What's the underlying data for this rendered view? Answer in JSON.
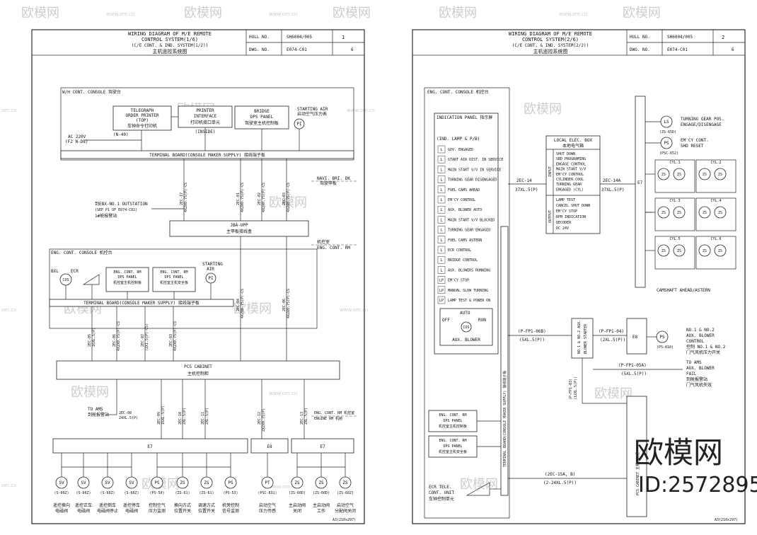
{
  "watermark": {
    "brand": "欧模网",
    "site": "www.om.cn",
    "site_short": "om.cn",
    "big_brand": "欧模网",
    "big_id": "ID:2572895"
  },
  "sheet1": {
    "title1": "WIRING DIAGRAM OF M/E REMOTE",
    "title2": "CONTROL SYSTEM(1/6)",
    "title3": "(C/E CONT. & IND. SYSTEM(1/2))",
    "title4": "主机遥控系统图",
    "hull_label": "HULL NO.",
    "hull_value": "SH6004/005",
    "dwg_label": "DWG. NO.",
    "dwg_value": "E074-C01",
    "page": "1",
    "pages": "6",
    "wh_console": "W/H CONT. CONSOLE 驾驶台",
    "telegraph_l1": "TELEGRAPH",
    "telegraph_l2": "ORDER PRINTER",
    "telegraph_l3": "(TOP)",
    "telegraph_l4": "车钟命令打印机",
    "printer_l1": "PRINTER",
    "printer_l2": "INTERFACE",
    "printer_l3": "打印机接口单元",
    "printer_l4": "(INSIDE)",
    "bridge_l1": "BRIDGE",
    "bridge_l2": "DPS PANEL",
    "bridge_l3": "驾驶室主机控制板",
    "starting_air_l1": "STARTING AIR",
    "starting_air_l2": "启动空气压力表",
    "pi": "PI",
    "ac": "AC 220V",
    "ac2": "(F2 N-D8)",
    "n40": "(N-40)",
    "terminal_wh": "TERMINAL BOARD(CONSOLE MAKER SUPPLY)  接线端子板",
    "navi_l1": "NAVI. BRI. DK",
    "navi_l2": "驾驶甲板",
    "outstation_l1": "到EBX-NO.1 OUTSTATION",
    "outstation_l2": "(SEP P1 OF E074-C02)",
    "outstation_l3": "1#舱报警站",
    "jba_l1": "JBA-UPP",
    "jba_l2": "主甲板接线盒",
    "ecr_l1": "机控室",
    "ecr_l2": "ENG. CONT. RM",
    "eng_console": "ENG. CONT. CONSOLE  机控台",
    "bxl": "BXL",
    "ecr": "ECR",
    "cos": "COS",
    "dps1_l1": "ENG. CONT. RM",
    "dps1_l2": "DPS PANEL",
    "dps1_l3": "机控室主机控制板",
    "dps2_l1": "ENG. CONT. RM",
    "dps2_l2": "DPS PANEL",
    "dps2_l3": "机控室主机安全板",
    "starting_air2_l1": "STARTING",
    "starting_air2_l2": "AIR",
    "terminal_ecr": "TERMINAL BOARD(CONSOLE MAKER SUPPLY)  接线端子板",
    "pcs_l1": "PCS CABINET",
    "pcs_l2": "主机控制柜",
    "to_ams_l1": "TO AMS",
    "to_ams_l2": "到舱报警站",
    "engine_rm_l1": "ENG. CONT. RM 机控室",
    "engine_rm_l2": "ENGINE RM  机舱",
    "e7a": "E7",
    "e8": "E8",
    "e7b": "E7",
    "cables": [
      "2EC-17",
      "2EC-01",
      "2EC-02",
      "2EC-03",
      "2EC-05",
      "2EC-06",
      "2EC-07",
      "2EC-03",
      "2EC-04",
      "2EC-06",
      "2EC-08",
      "2EC-09",
      "2EC-10",
      "2EC-11",
      "2EC-12",
      "2EC-13"
    ],
    "cable_specs": [
      "4X2X0.75(P)-CS",
      "4X2X0.75(P)-CS",
      "4X2X0.75(P)-CS",
      "4X2X0.75(P)-CS",
      "16XL.5(P)",
      "4X2X0.75(P)-CS",
      "(2X1.5(P)-CS)",
      "4X2X0.75(P)-CS",
      "4X2X0.75(P)-CS",
      "4X2X0.75(P)-CS",
      "24XL.5(P)",
      "16XL.5(P)",
      "2XL.5(P)",
      "2XL.5(P)",
      "2X2X0.75(P)",
      "2XL.5(P)"
    ],
    "bottom_devices": [
      "SV",
      "SV",
      "SV",
      "SV",
      "PS",
      "ZS",
      "ZS",
      "PS",
      "PT",
      "ZS",
      "ZS",
      "ZS"
    ],
    "bottom_tags": [
      "(S-60Z)",
      "(S-60Z)",
      "(S-60Z)",
      "(S-60Z)",
      "(PS-50)",
      "(ZS-61)",
      "(ZS-61)",
      "(PS-53)",
      "(PSC-831)",
      "(ZS-60D)",
      "(ZS-60D)",
      "(ZS-60Z)"
    ],
    "bottom_labels": [
      [
        "遥控换向",
        "电磁阀"
      ],
      [
        "遥控正车",
        "电磁阀"
      ],
      [
        "遥控倒车",
        "电磁阀停止"
      ],
      [
        "遥控停车",
        "电磁阀"
      ],
      [
        "控制空气",
        "压力监测"
      ],
      [
        "换向方式",
        "位置开关"
      ],
      [
        "调速方式",
        "位置开关"
      ],
      [
        "机旁控制",
        "信号监测"
      ],
      [
        "启动空气",
        "压力传感"
      ],
      [
        "主启动阀",
        "关闭"
      ],
      [
        "主启动阀",
        "工作"
      ],
      [
        "启动空气",
        "分配阀关闭"
      ]
    ],
    "footer": "A3(210x297)"
  },
  "sheet2": {
    "title1": "WIRING DIAGRAM OF M/E REMOTE",
    "title2": "CONTROL SYSTEM(2/6)",
    "title3": "(C/E CONT. & IND. SYSTEM(2/2))",
    "title4": "主机遥控系统图",
    "hull_label": "HULL NO.",
    "hull_value": "SH6004/005",
    "dwg_label": "DWG. NO.",
    "dwg_value": "E074-C01",
    "page": "2",
    "pages": "6",
    "eng_console": "ENG. CONT. CONSOLE  机控台",
    "indication_panel": "INDICATION PANEL  指示屏",
    "ind_lamp": "(IND. LAMP & P/B)",
    "lamp_items": [
      "GOV. ENGAGED",
      "START AIR DIST. IN SERVICE",
      "MAIN START V/V IN SERVICE",
      "TURNING GEAR DISENGAGED",
      "FUEL CAMS AHEAD",
      "EM'CY CONTROL",
      "AUX. BLOWER AUTO",
      "MAIN START V/V BLOCKED",
      "TURNING GEAR ENGAGED",
      "FUEL CAMS ASTERN",
      "ECR CONTROL",
      "BRIDGE CONTROL",
      "AUX. BLOWERS RUNNING",
      "EM'CY STOP",
      "MANUAL SLOW TURNING",
      "LAMP TEST & POWER ON"
    ],
    "lamp_codes": [
      "L",
      "L",
      "L",
      "L",
      "L",
      "L",
      "L",
      "L",
      "L",
      "L",
      "L",
      "L",
      "L",
      "LP",
      "LP",
      "LP"
    ],
    "auto": "AUTO",
    "off": "OFF",
    "run": "RUN",
    "cos": "COS",
    "aux_blower": "AUX. BLOWER",
    "terminal_vertical": "TERMINAL BOARD(CONSOLE MAKER SUPPLY)  接线端子板",
    "local_box_l1": "LOCAL ELEC. BOX",
    "local_box_l2": "本地电气箱",
    "input": "INPUT",
    "output": "OUTPUT",
    "local_items_in": [
      "SHUT DOWN",
      "SBD PROGRAMING",
      "ENGAGE CONTROL",
      "MAIN START V/V",
      "EM'CY CONTROL",
      "CYLINDER COOL",
      "TURNING GEAR",
      "ENGAGED (CYL)"
    ],
    "local_items_out": [
      "LAMP TEST",
      "CANCEL SHUT DOWN",
      "EM'CY STOP",
      "RPM INDICATION",
      "DECODER",
      "DC 24V"
    ],
    "cable_left": "2EC-14",
    "cable_left_spec": "37XL.5(P)",
    "cable_right": "2EC-14A",
    "cable_right_spec": "37XL.5(P)",
    "e7": "E7",
    "e8": "E8",
    "ls": "LS",
    "ls_tag": "(ZS-65D)",
    "ps": "PS",
    "ps_tag": "(PSC-652)",
    "turning_l1": "TURNING GEAR POS.",
    "turning_l2": "ENGAGE/DISENGAGE",
    "emcy_l1": "EM'CY CONT.",
    "emcy_l2": "SHD RESET",
    "cyl_labels": [
      "CYL.1",
      "CYL.2",
      "CYL.3",
      "CYL.4",
      "CYL.5",
      "CYL.6"
    ],
    "zs": "ZS",
    "camshaft": "CAMSHAFT AHEAD/ASTERN",
    "fp1_06b": "(P-FP1-06B)",
    "fp1_06b_spec": "(5XL.5(P))",
    "fp1_04": "(P-FP1-04)",
    "fp1_04_spec": "(2XL.5(P))",
    "fp1_05a": "(P-FP1-05A)",
    "fp1_05a_spec": "(5XL.5(P))",
    "fp1_03": "(P-FP1-03)",
    "fp1_03_spec": "(12XL.5(P))",
    "starter_l1": "NO.1 & NO.2 AUX.",
    "starter_l2": "BLOWER STARTER",
    "ps_small": "PS",
    "ps_small_tag": "(PS-810)",
    "blower_l1": "NO.1 & NO.2",
    "blower_l2": "AUX. BLOWER",
    "blower_l3": "CONTROL",
    "blower_l4": "控制 NO.1 & NO.2",
    "blower_l5": "门气风机压力开关",
    "to_ams_l1": "TO AMS",
    "to_ams_l2": "AUX. BLOWER",
    "to_ams_l3": "FAIL",
    "to_ams_l4": "到舱报警站",
    "to_ams_l5": "门气风机失效",
    "pcs_vertical": "PCS CABINET  主机控制柜",
    "ecr_dps1_l1": "ENG. CONT. RM",
    "ecr_dps1_l2": "DPS PANEL",
    "ecr_dps1_l3": "机控室主机控制板",
    "ecr_dps2_l1": "ENG. CONT. RM",
    "ecr_dps2_l2": "DPS PANEL",
    "ecr_dps2_l3": "机控室主机安全板",
    "ecr_tele_l1": "ECR TELE.",
    "ecr_tele_l2": "CONT. UNIT",
    "ecr_tele_l3": "车钟控制单元",
    "cable_15a": "(2EC-15A, B)",
    "cable_15a_spec": "(2-24XL.5(P))",
    "footer": "A3(210x297)"
  }
}
